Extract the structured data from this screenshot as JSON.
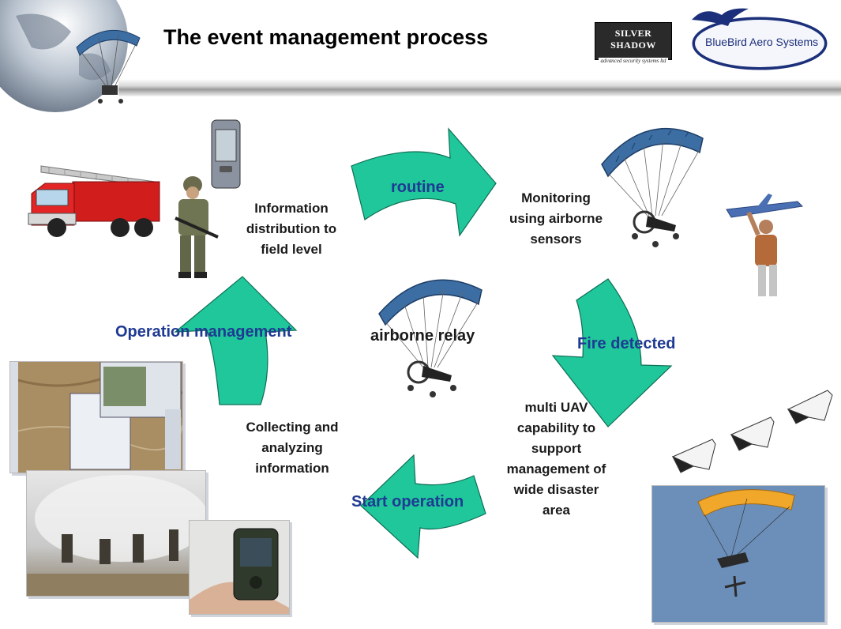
{
  "title": "The event management process",
  "colors": {
    "arrow": "#1fc79a",
    "arrow_stroke": "#0e6e55",
    "label_blue": "#1f3a93"
  },
  "logos": {
    "silver_shadow": "SILVER SHADOW",
    "silver_shadow_tagline": "advanced security systems ltd",
    "bluebird": "BlueBird Aero Systems"
  },
  "cycle": {
    "steps": [
      {
        "arrow_label": "routine",
        "text": "Monitoring using airborne sensors"
      },
      {
        "arrow_label": "Fire detected",
        "text": "multi UAV capability to support management of wide disaster area"
      },
      {
        "arrow_label": "Start operation",
        "text": "Collecting and analyzing information"
      },
      {
        "arrow_label": "Operation management",
        "text": "Information distribution to field level"
      }
    ],
    "center": "airborne relay"
  }
}
